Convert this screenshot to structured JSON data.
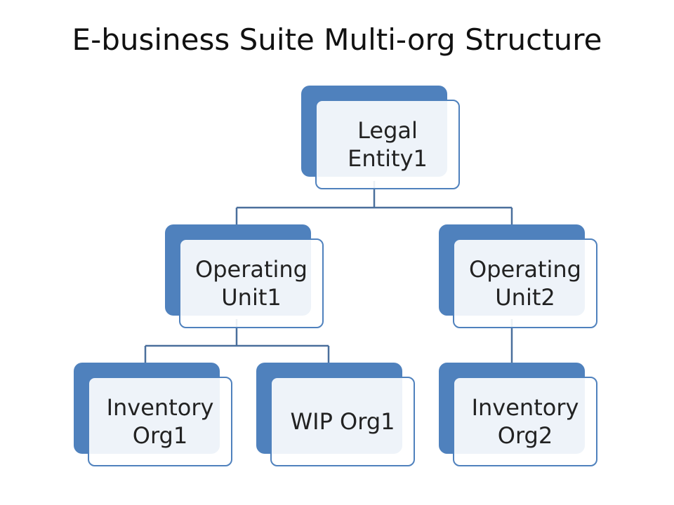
{
  "title": "E-business Suite Multi-org Structure",
  "colors": {
    "accent": "#4f81bd",
    "connector": "#4a6f9c"
  },
  "nodes": {
    "legal_entity": {
      "line1": "Legal",
      "line2": "Entity1"
    },
    "operating_unit1": {
      "line1": "Operating",
      "line2": "Unit1"
    },
    "operating_unit2": {
      "line1": "Operating",
      "line2": "Unit2"
    },
    "inventory_org1": {
      "line1": "Inventory",
      "line2": "Org1"
    },
    "wip_org1": {
      "line1": "WIP Org1"
    },
    "inventory_org2": {
      "line1": "Inventory",
      "line2": "Org2"
    }
  }
}
